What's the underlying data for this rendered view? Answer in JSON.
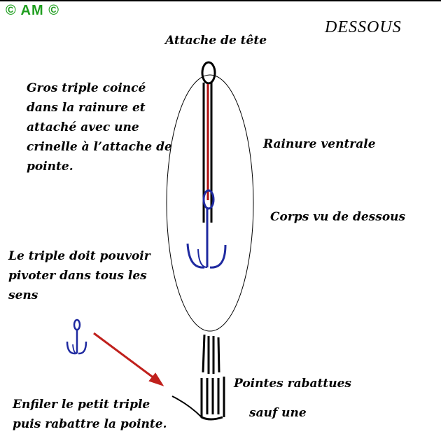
{
  "copyright": "© AM ©",
  "title": "DESSOUS",
  "labels": {
    "head_attach": "Attache de tête",
    "big_triple": "Gros triple coincé\ndans la rainure et\nattaché avec une\ncrinelle à l’attache de\n pointe.",
    "ventral_groove": "Rainure ventrale",
    "body_view": "Corps vu de dessous",
    "pivot": "Le triple doit pouvoir\npivoter dans tous les\nsens",
    "bent_points_1": "Pointes rabattues",
    "bent_points_2": "sauf  une",
    "thread_triple": "Enfiler le petit triple\npuis rabattre la pointe."
  },
  "colors": {
    "copyright": "#1f9e1f",
    "hook": "#1f2aa0",
    "arrow": "#c0201c",
    "wire": "#b01010"
  }
}
